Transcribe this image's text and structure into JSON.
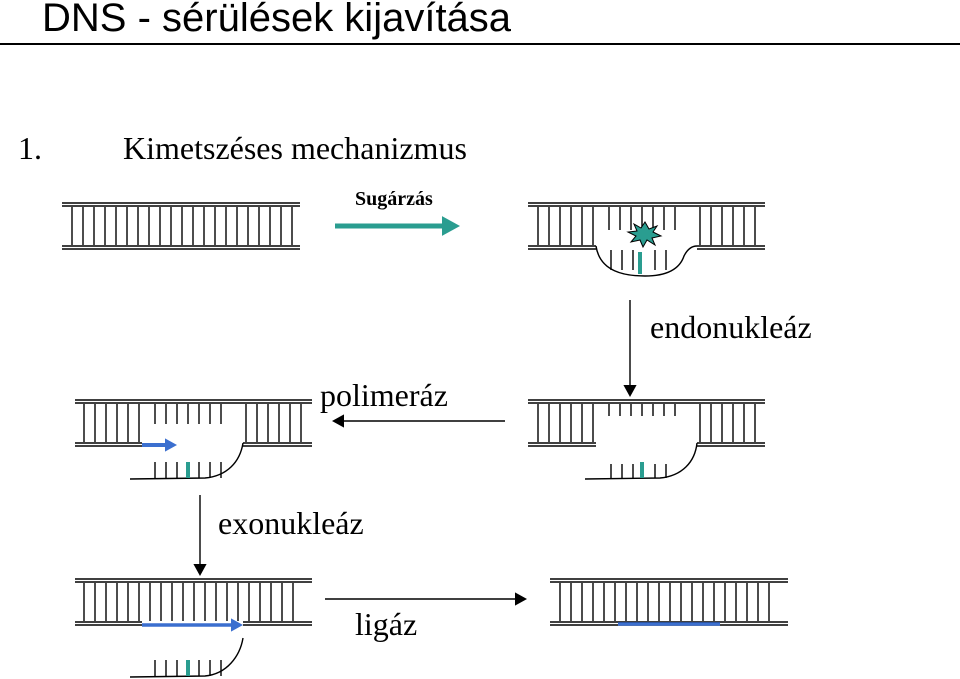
{
  "title": "DNS - sérülések kijavítása",
  "item": {
    "number": "1.",
    "text": "Kimetszéses mechanizmus"
  },
  "labels": {
    "radiation": "Sugárzás",
    "endonuclease": "endonukleáz",
    "polymerase": "polimeráz",
    "exonuclease": "exonukleáz",
    "ligase": "ligáz"
  },
  "colors": {
    "teal": "#2a9d90",
    "blue": "#3b6fcf",
    "ink": "#000000"
  }
}
